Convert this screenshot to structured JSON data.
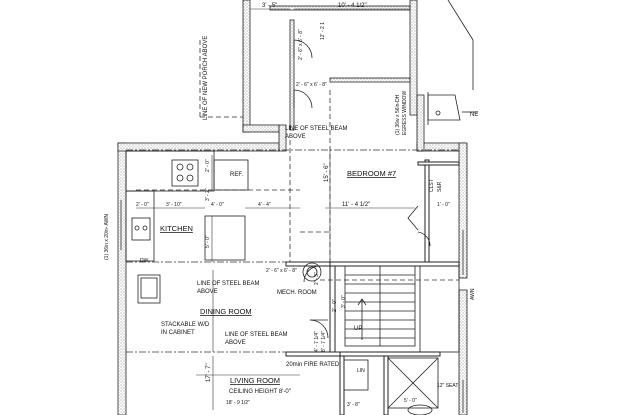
{
  "labels": {
    "new_porch": "LINE OF NEW PORCH ABOVE",
    "steel_beam_top": "LINE OF STEEL BEAM",
    "steel_beam_top_2": "ABOVE",
    "bedroom": "BEDROOM #7",
    "kitchen": "KITCHEN",
    "ref": "REF.",
    "dw": "DW",
    "steel_beam_kitchen": "LINE OF STEEL BEAM",
    "steel_beam_kitchen_2": "ABOVE",
    "mech_room": "MECH. ROOM",
    "dining_room": "DINING ROOM",
    "stackable_1": "STACKABLE W/D",
    "stackable_2": "IN CABINET",
    "steel_beam_dining": "LINE OF STEEL BEAM",
    "steel_beam_dining_2": "ABOVE",
    "fire_rated": "20min FIRE RATED",
    "living_room": "LIVING ROOM",
    "ceiling_height": "CEILING HEIGHT 8'-0\"",
    "up": "UP",
    "lin": "LIN",
    "clst": "CLST",
    "sr": "S&R",
    "seat": "12\" SEAT",
    "egress_1": "(1) 36w x 56in-DH",
    "egress_2": "EGRESS WINDOW",
    "awn_left": "(1) 36in x 20in- AWN",
    "awn_right": "AWN",
    "ne": "NE"
  },
  "dimensions": {
    "d_3_5": "3' - 5\"",
    "d_10_4_half": "10' - 4 1/2\"",
    "d_12_2": "12' - 2 1",
    "d_2_6_8_a": "2' - 6\" x 6' - 8\"",
    "d_2_6_8_b": "2' - 6\" x 6' - 8\"",
    "d_2_6_8_c": "2' - 6\" x 6' - 8\"",
    "d_15_6": "15' - 6\"",
    "d_11_4_half": "11' - 4 1/2\"",
    "d_2_0_top": "2' - 0\"",
    "d_3_10": "3' - 10\"",
    "d_4_0": "4' - 0\"",
    "d_4_4": "4' - 4\"",
    "d_2_0_left": "2' - 0\"",
    "d_3_2": "3' - 2\"",
    "d_5_0": "5' - 0\"",
    "d_1_0": "1' - 0\"",
    "d_2_3": "2' - 3\"",
    "d_2_0_mid": "2' - 0\"",
    "d_4_7_quarter": "4' - 7 1/4\"",
    "d_3_0": "3' - 0\"",
    "d_8_7_quarter": "8' - 7 1/4\"",
    "d_17_7": "17' - 7\"",
    "d_18_9_half": "18' - 9 1/2\"",
    "d_5_0_bottom": "5' - 0\"",
    "d_3_8": "3' - 8\""
  }
}
